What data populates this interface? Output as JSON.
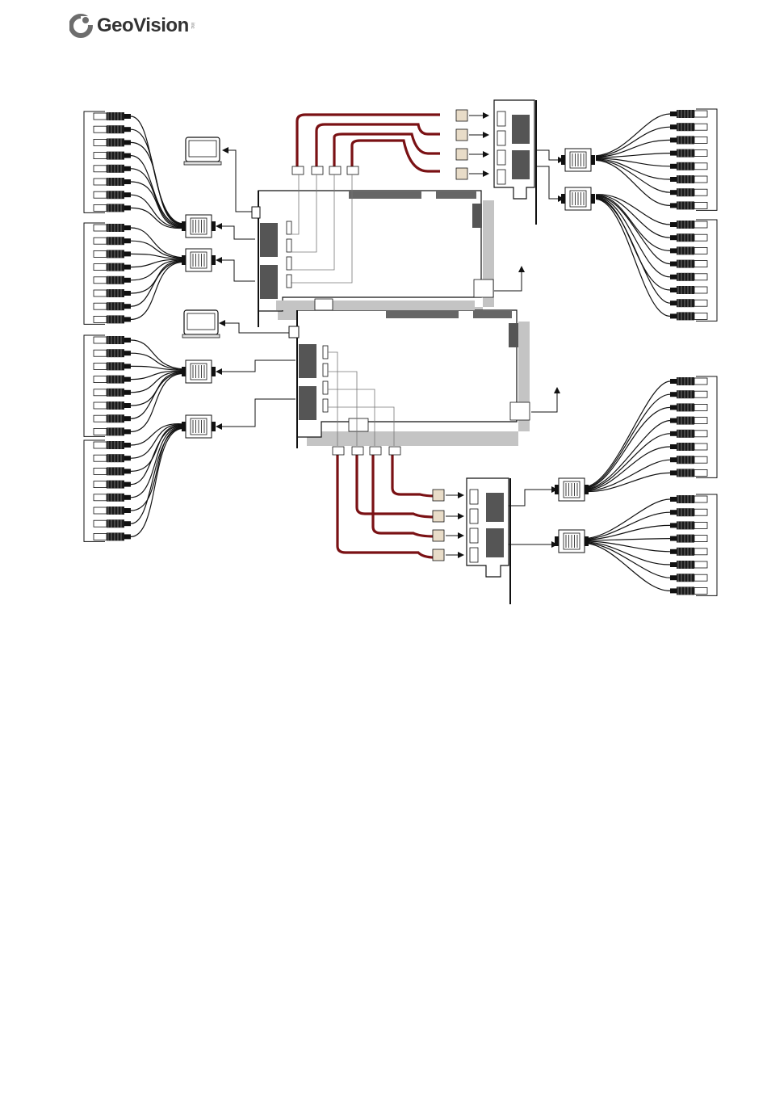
{
  "header": {
    "brand": "GeoVision",
    "brand_suffix": "inc"
  },
  "colors": {
    "ribbon": "#7a1114",
    "board_shadow": "#c4c4c4",
    "chip": "#555555",
    "connector": "#e8dcc8",
    "wire": "#111111",
    "brand_gray": "#6d6d6d"
  },
  "icons": [
    "geovision-logo",
    "bnc-connector-icon",
    "dsub-connector-icon",
    "monitor-icon",
    "capture-card",
    "expansion-card",
    "ribbon-cable"
  ]
}
